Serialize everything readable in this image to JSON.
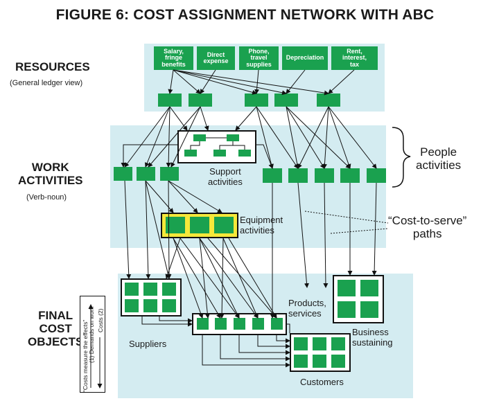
{
  "title": "FIGURE 6: COST ASSIGNMENT NETWORK WITH ABC",
  "left_labels": {
    "resources": "RESOURCES",
    "resources_sub": "(General ledger view)",
    "work": "WORK\nACTIVITIES",
    "work_sub": "(Verb-noun)",
    "final": "FINAL\nCOST\nOBJECTS"
  },
  "resource_boxes": [
    "Salary,\nfringe\nbenefits",
    "Direct\nexpense",
    "Phone,\ntravel\nsupplies",
    "Depreciation",
    "Rent,\ninterest,\ntax"
  ],
  "labels": {
    "support": "Support\nactivities",
    "equipment": "Equipment\nactivities",
    "products": "Products,\nservices",
    "suppliers": "Suppliers",
    "business": "Business\nsustaining",
    "customers": "Customers"
  },
  "callouts": {
    "people": "People\nactivities",
    "cost_to_serve": "“Cost-to-serve”\npaths"
  },
  "legend": {
    "left": "“Costs measure the effects”",
    "middle": "(1) Demands on work",
    "right": "Costs (2)"
  },
  "colors": {
    "box_green": "#1aa14f",
    "panel_blue": "#d4ecf1",
    "equipment_yellow": "#f5e83a"
  }
}
